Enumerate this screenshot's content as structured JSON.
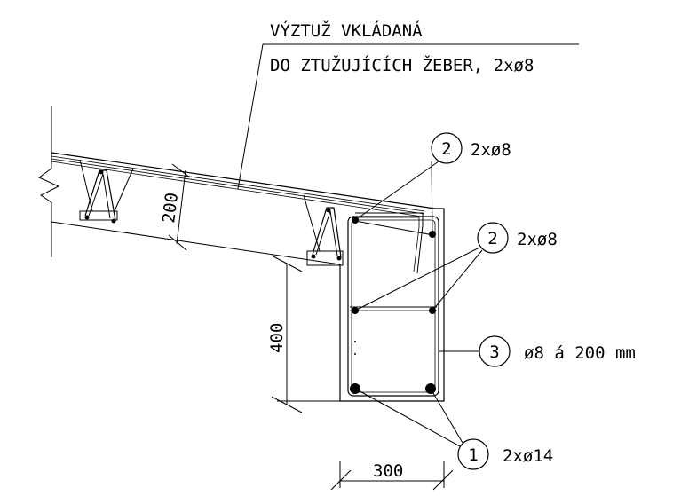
{
  "note": {
    "line1": "VÝZTUŽ VKLÁDANÁ",
    "line2": "DO ZTUŽUJÍCÍCH ŽEBER, 2xø8"
  },
  "dimensions": {
    "slab": "200",
    "beam_height": "400",
    "beam_width": "300"
  },
  "callouts": [
    {
      "num": "2",
      "label": "2xø8"
    },
    {
      "num": "2",
      "label": "2xø8"
    },
    {
      "num": "3",
      "label": "ø8 á 200 mm"
    },
    {
      "num": "1",
      "label": "2xø14"
    }
  ]
}
